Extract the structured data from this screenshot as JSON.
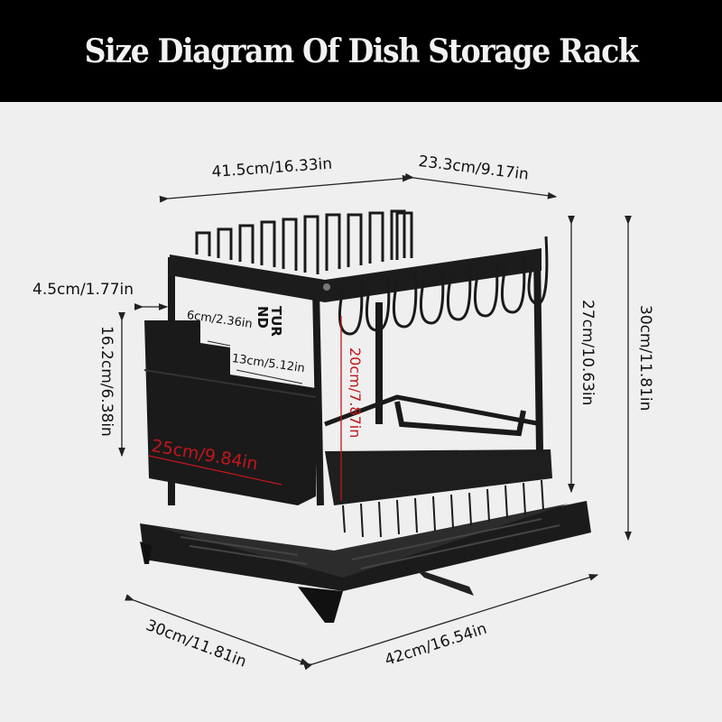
{
  "title": "Size Diagram Of Dish Storage Rack",
  "colors": {
    "header_bg": "#000000",
    "title_text": "#f2f2f2",
    "background": "#efefef",
    "rack": "#1a1a1a",
    "dimension_line": "#222222",
    "highlight_dimension": "#c0161c"
  },
  "dimensions": {
    "top_length": "41.5cm/16.33in",
    "top_width": "23.3cm/9.17in",
    "side_offset": "4.5cm/1.77in",
    "holder_height": "16.2cm/6.38in",
    "holder_slot_small": "6cm/2.36in",
    "holder_slot_large": "13cm/5.12in",
    "holder_length": "25cm/9.84in",
    "tier_gap": "20cm/7.87in",
    "rack_height": "27cm/10.63in",
    "total_height": "30cm/11.81in",
    "base_width": "30cm/11.81in",
    "base_length": "42cm/16.54in"
  },
  "product_text_fragment": [
    "TUR",
    "ND"
  ]
}
